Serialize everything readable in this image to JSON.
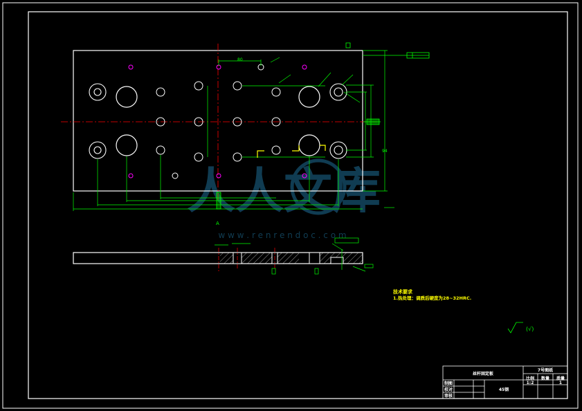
{
  "colors": {
    "background": "#000000",
    "outline": "#ffffff",
    "dimension": "#00ff00",
    "centerline": "#ff0000",
    "note": "#ffff00",
    "pin_marker": "#ff00ff",
    "watermark": "#1e6e96"
  },
  "tech_requirements": {
    "title": "技术要求",
    "line1": "1.热处理：调质后硬度为28~32HRC."
  },
  "roughness": "(√)",
  "datum_label": "A",
  "top_dim": "80",
  "side_dim": "94",
  "watermark": {
    "logo_text": "人人文库",
    "url": "w w w . r e n r e n d o c . c o m"
  },
  "title_block": {
    "part_name": "丝杆固定板",
    "drawing_no": "7号图纸",
    "scale_label": "比例",
    "qty_label": "数量",
    "weight_label": "质量",
    "scale_value": "1:2",
    "qty_value": "1",
    "material": "45钢",
    "drawn_label": "制图",
    "check_label": "校对",
    "approve_label": "审核"
  }
}
